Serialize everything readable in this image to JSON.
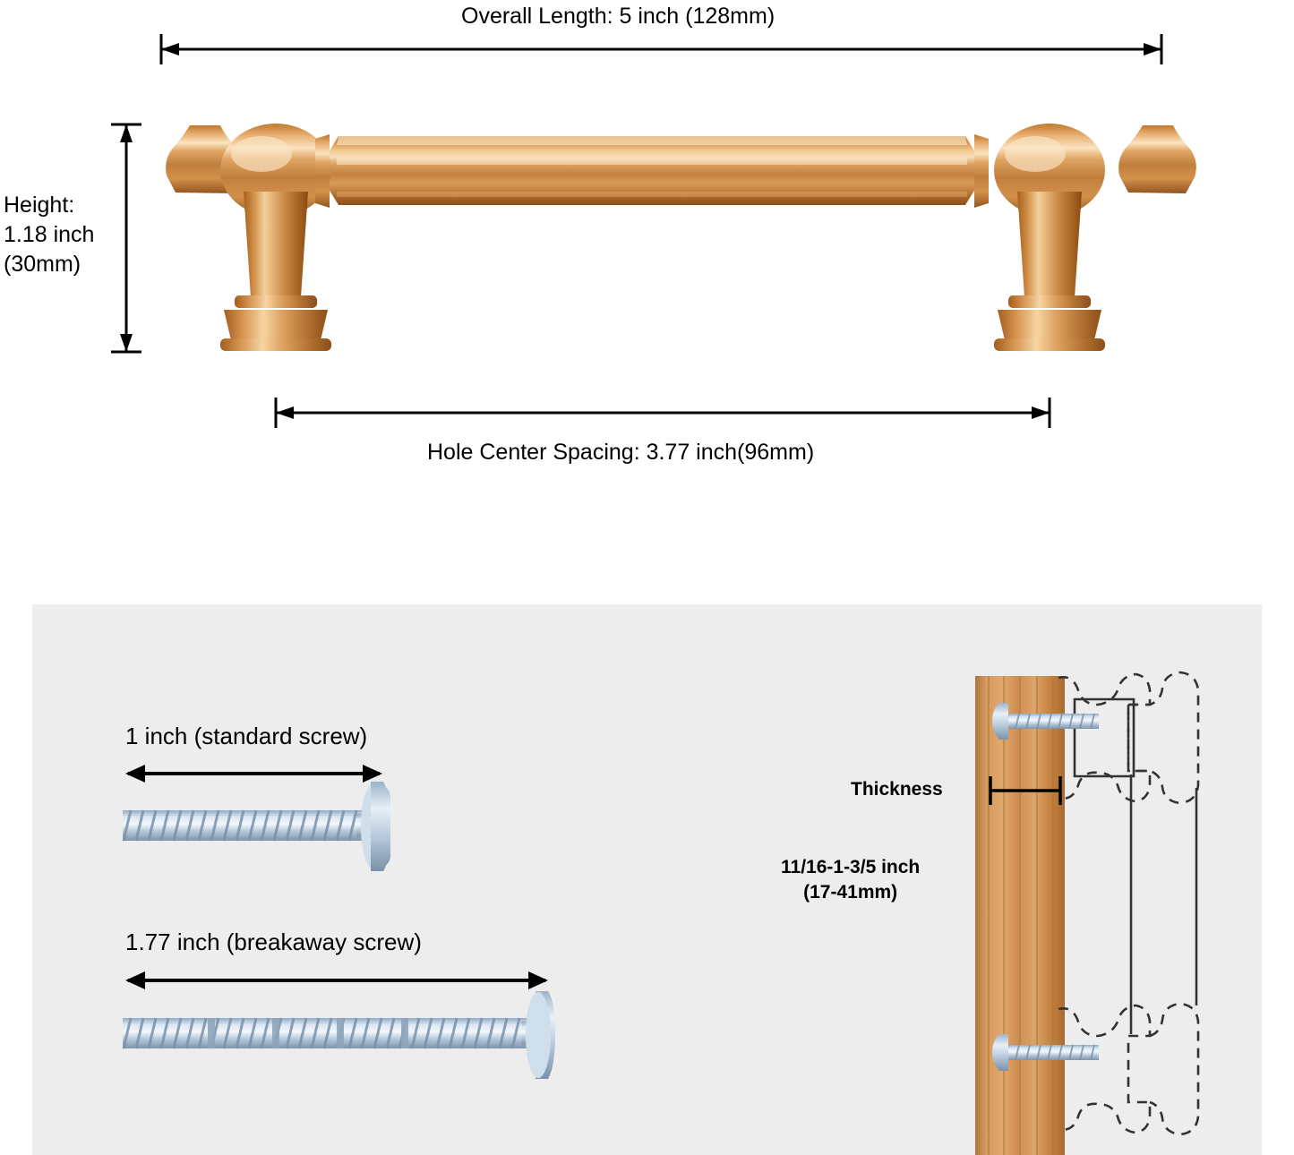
{
  "diagram": {
    "title": "Cabinet pull handle dimension diagram",
    "top": {
      "overall_length_label": "Overall Length: 5 inch (128mm)",
      "hole_center_label": "Hole Center Spacing: 3.77 inch(96mm)",
      "height_label": "Height:\n1.18 inch\n(30mm)"
    },
    "bottom": {
      "standard_screw_label": "1 inch (standard screw)",
      "breakaway_screw_label": "1.77 inch (breakaway screw)",
      "thickness_label": "Thickness",
      "thickness_value_label": "11/16-1-3/5 inch\n(17-41mm)"
    }
  },
  "colors": {
    "background": "#ffffff",
    "panel_background": "#ededed",
    "handle_gold_light": "#e8a85a",
    "handle_gold_mid": "#c8823c",
    "handle_gold_dark": "#9a5f28",
    "handle_gold_highlight": "#f6d2a0",
    "screw_steel_light": "#d8e4f0",
    "screw_steel_mid": "#9fb6cc",
    "screw_steel_dark": "#6b8299",
    "wood_light": "#d79a62",
    "wood_mid": "#c0854c",
    "wood_dark": "#a66c36",
    "line": "#000000"
  },
  "measurements": {
    "overall_length_in": 5,
    "overall_length_mm": 128,
    "hole_center_in": 3.77,
    "hole_center_mm": 96,
    "height_in": 1.18,
    "height_mm": 30,
    "standard_screw_in": 1,
    "breakaway_screw_in": 1.77,
    "thickness_in": "11/16-1-3/5",
    "thickness_mm": "17-41"
  }
}
